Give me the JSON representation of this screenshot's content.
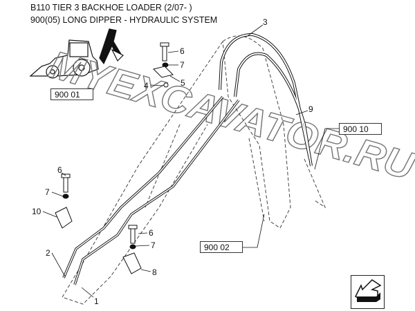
{
  "header": {
    "model_title": "B110 TIER 3 BACKHOE LOADER (2/07- )",
    "section_title": "900(05) LONG DIPPER - HYDRAULIC SYSTEM"
  },
  "watermark": "MYEXCAVATOR.RU",
  "callouts": [
    {
      "id": "c1",
      "label": "1"
    },
    {
      "id": "c2",
      "label": "2"
    },
    {
      "id": "c3",
      "label": "3"
    },
    {
      "id": "c4",
      "label": "4"
    },
    {
      "id": "c5",
      "label": "5"
    },
    {
      "id": "c6a",
      "label": "6"
    },
    {
      "id": "c6b",
      "label": "6"
    },
    {
      "id": "c6c",
      "label": "6"
    },
    {
      "id": "c7a",
      "label": "7"
    },
    {
      "id": "c7b",
      "label": "7"
    },
    {
      "id": "c7c",
      "label": "7"
    },
    {
      "id": "c8",
      "label": "8"
    },
    {
      "id": "c9",
      "label": "9"
    },
    {
      "id": "c10",
      "label": "10"
    }
  ],
  "references": [
    {
      "label": "900 01"
    },
    {
      "label": "900 10"
    },
    {
      "label": "900 02"
    }
  ],
  "nav": {
    "icon": "arrow-back-icon"
  }
}
